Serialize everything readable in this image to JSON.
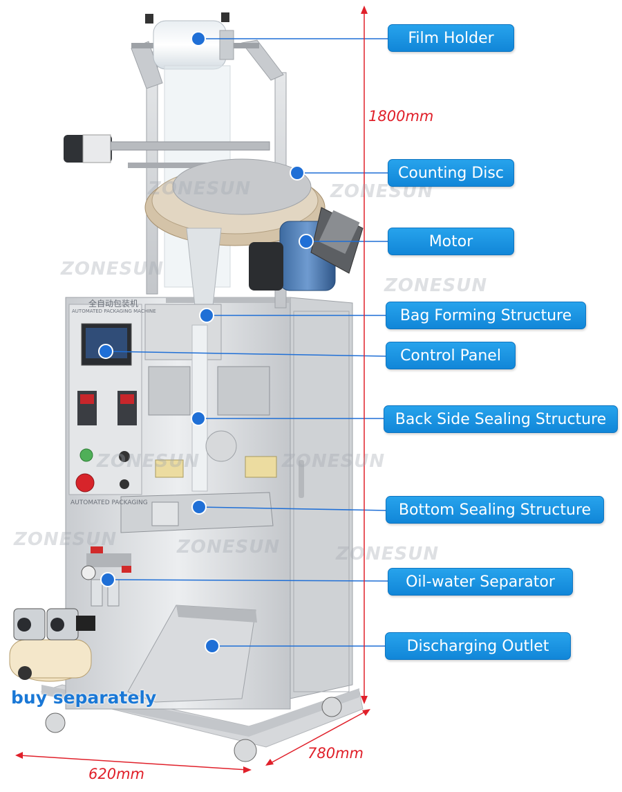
{
  "callouts": [
    {
      "id": "film-holder",
      "label": "Film Holder"
    },
    {
      "id": "counting-disc",
      "label": "Counting Disc"
    },
    {
      "id": "motor",
      "label": "Motor"
    },
    {
      "id": "bag-forming",
      "label": "Bag Forming Structure"
    },
    {
      "id": "control-panel",
      "label": "Control Panel"
    },
    {
      "id": "back-side-sealing",
      "label": "Back Side Sealing Structure"
    },
    {
      "id": "bottom-sealing",
      "label": "Bottom Sealing Structure"
    },
    {
      "id": "oil-water-separator",
      "label": "Oil-water Separator"
    },
    {
      "id": "discharging-outlet",
      "label": "Discharging Outlet"
    }
  ],
  "dimensions": {
    "height": "1800mm",
    "depth": "780mm",
    "width": "620mm"
  },
  "note": "buy separately",
  "watermark": "ZONESUN",
  "machine_plate": {
    "title": "全自动包装机",
    "subtitle": "AUTOMATED PACKAGING MACHINE",
    "bottom_label": "AUTOMATED PACKAGING"
  },
  "colors": {
    "callout_blue": "#1a93e2",
    "marker_blue": "#1f6fd6",
    "dimension_red": "#e0202a",
    "machine_steel": "#d8dadd"
  }
}
